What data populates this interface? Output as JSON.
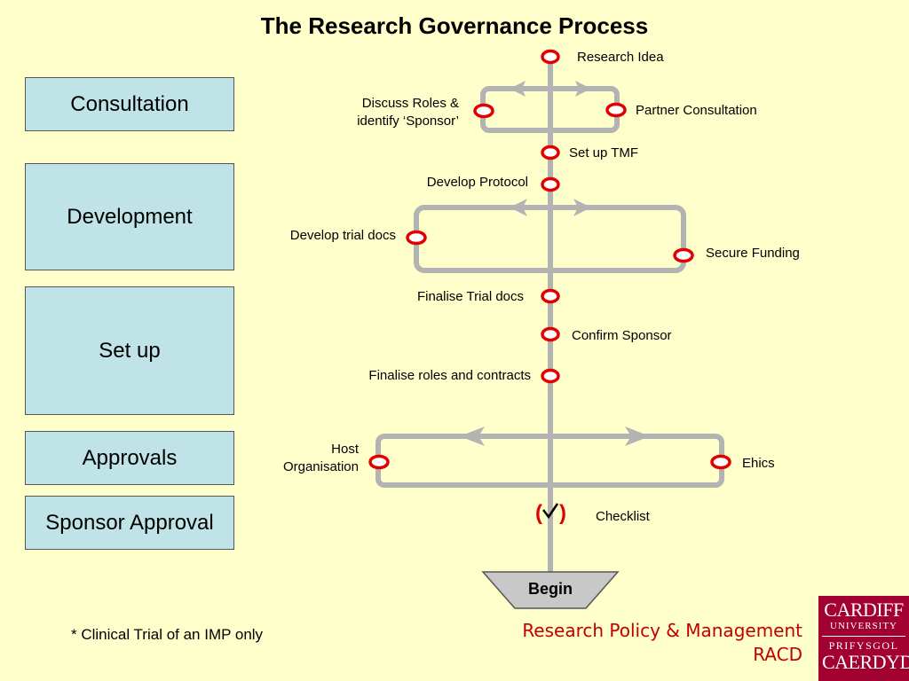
{
  "title": "The Research Governance Process",
  "stages": {
    "consultation": "Consultation",
    "development": "Development",
    "setup": "Set up",
    "approvals": "Approvals",
    "sponsor_approval": "Sponsor Approval"
  },
  "steps": {
    "research_idea": "Research Idea",
    "discuss_roles_line1": "Discuss Roles &",
    "discuss_roles_line2": "identify  ‘Sponsor’",
    "partner_consultation": "Partner Consultation",
    "set_up_tmf": "Set up TMF",
    "develop_protocol": "Develop Protocol",
    "develop_trial_docs": "Develop trial docs",
    "secure_funding": "Secure Funding",
    "finalise_trial_docs": "Finalise Trial docs",
    "confirm_sponsor": "Confirm Sponsor",
    "finalise_roles": "Finalise roles and contracts",
    "host_line1": "Host",
    "host_line2": "Organisation",
    "ethics": "Ehics",
    "checklist": "Checklist",
    "begin": "Begin"
  },
  "footnote": "* Clinical Trial of an IMP only",
  "department": {
    "line1": "Research Policy & Management",
    "line2": "RACD"
  },
  "logo": {
    "line1": "CARDIFF",
    "line2": "UNIVERSITY",
    "line3": "PRIFYSGOL",
    "line4": "CAERDYDD"
  },
  "colors": {
    "background": "#ffffcc",
    "stage_box": "#bfe3e6",
    "track": "#b3b3b3",
    "node_ring": "#e00000",
    "department_text": "#c00000",
    "logo_bg": "#a30032"
  }
}
